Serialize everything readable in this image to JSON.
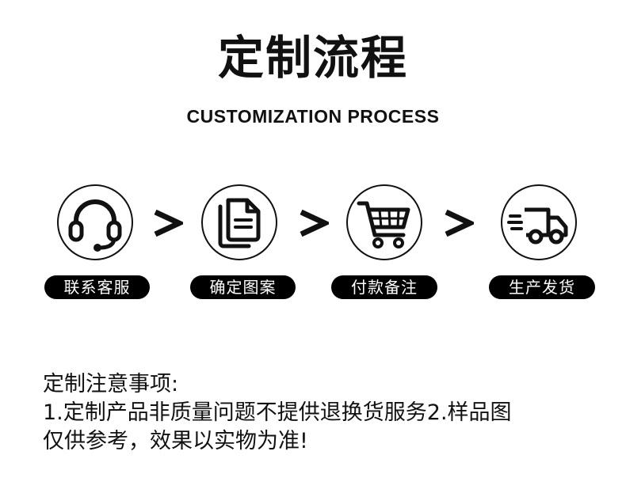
{
  "header": {
    "title": "定制流程",
    "subtitle": "CUSTOMIZATION PROCESS"
  },
  "steps": [
    {
      "label": "联系客服",
      "icon": "headset-icon"
    },
    {
      "label": "确定图案",
      "icon": "documents-icon"
    },
    {
      "label": "付款备注",
      "icon": "shopping-cart-icon"
    },
    {
      "label": "生产发货",
      "icon": "delivery-truck-icon"
    }
  ],
  "separators": [
    "chevron-right-icon",
    "chevron-right-icon",
    "chevron-right-icon"
  ],
  "notes": {
    "line1": "定制注意事项:",
    "line2": "1.定制产品非质量问题不提供退换货服务2.样品图",
    "line3": "仅供参考，效果以实物为准!"
  }
}
